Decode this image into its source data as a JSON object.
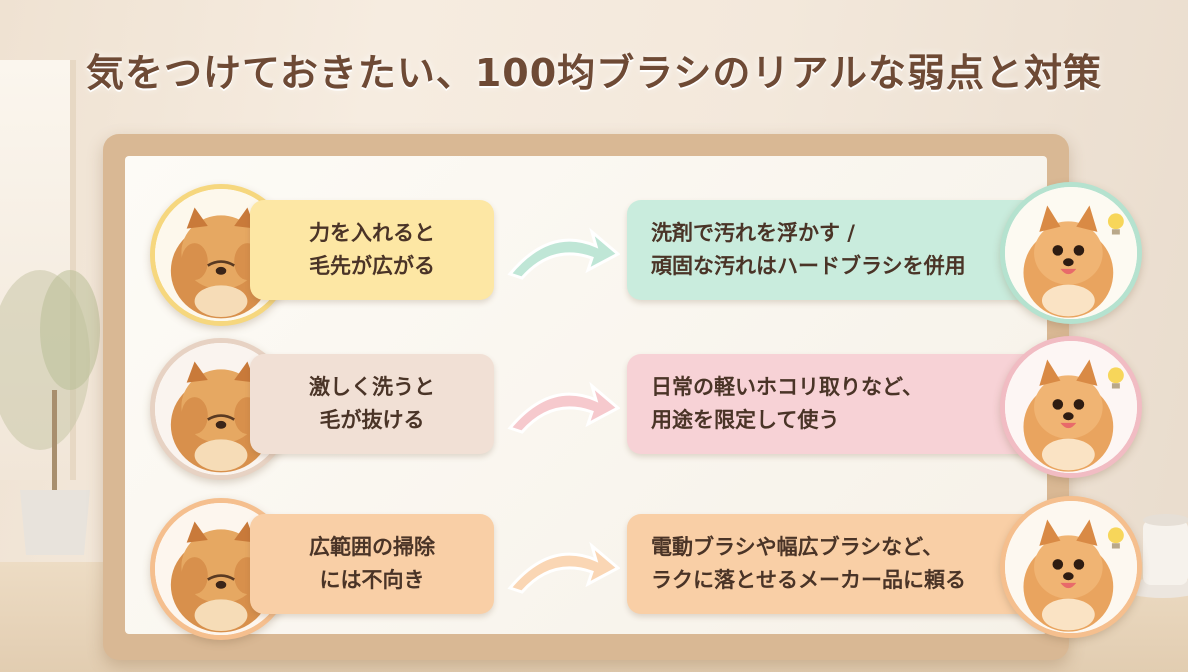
{
  "title": "気をつけておきたい、100均ブラシのリアルな弱点と対策",
  "rows": [
    {
      "problem": {
        "line1": "力を入れると",
        "line2": "毛先が広がる",
        "color": "#fde7a4",
        "ring": "#f6d77e"
      },
      "arrow_color": "#bfe6d6",
      "solution": {
        "line1": "洗剤で汚れを浮かす /",
        "line2": "頑固な汚れはハードブラシを併用",
        "color": "#c9ecdd",
        "ring": "#b5e2cf"
      }
    },
    {
      "problem": {
        "line1": "激しく洗うと",
        "line2": "毛が抜ける",
        "color": "#f1e0d5",
        "ring": "#e7d2c3"
      },
      "arrow_color": "#f6c9cd",
      "solution": {
        "line1": "日常の軽いホコリ取りなど、",
        "line2": "用途を限定して使う",
        "color": "#f7d2d6",
        "ring": "#f1bcc3"
      },
      "problem_ring": "#e7d2c3"
    },
    {
      "problem": {
        "line1": "広範囲の掃除",
        "line2": "には不向き",
        "color": "#f9cfa6",
        "ring": "#f5bf8e"
      },
      "arrow_color": "#fad6b4",
      "solution": {
        "line1": "電動ブラシや幅広ブラシなど、",
        "line2": "ラクに落とせるメーカー品に頼る",
        "color": "#f9cfa6",
        "ring": "#f5bf8e"
      }
    }
  ]
}
